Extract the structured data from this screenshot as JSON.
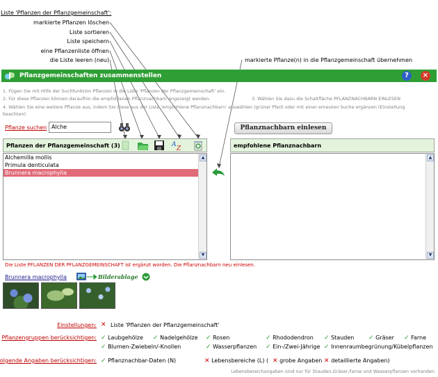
{
  "annotations": {
    "heading": "Liste 'Pflanzen der Pflanzgemeinschaft':",
    "items": [
      "markierte Pflanzen löschen",
      "Liste sortieren",
      "Liste speichern",
      "eine Pflanzenliste öffnen",
      "die Liste leeren (neu)"
    ],
    "transfer": "markierte Pflanze(n) in die Pflanzgemeinschaft übernehmen"
  },
  "window": {
    "title": "Pflanzgemeinschaften zusammenstellen",
    "help_label": "?",
    "close_label": "×"
  },
  "instructions": {
    "line1": "1. Fügen Sie mit Hilfe der Suchfunktion Pflanzen in die Liste 'Pflanzen der Pflanzgemeinschaft' ein.",
    "line2": "2. Für diese Pflanzen können daraufhin die empfohlenen Pflanznachbarn angezeigt werden.",
    "line3": "3. Wählen Sie dazu die Schaltfläche PFLANZNACHBARN EINLESEN",
    "line4": "4. Wählen Sie eine weitere Pflanze aus, indem Sie diese aus der Liste 'empfohlene Pflanznachbarn' auswählen (grüner Pfeil) oder mit einer erneuten Suche ergänzen (Einstellung",
    "line5": "beachten)."
  },
  "search": {
    "label": "Pflanze suchen",
    "value": "Alche"
  },
  "buttons": {
    "read_neighbors": "Pflanznachbarn einlesen"
  },
  "left_panel": {
    "header": "Pflanzen der Pflanzgemeinschaft (3)",
    "items": [
      "Alchemilla mollis",
      "Primula denticulata",
      "Brunnera macrophylla"
    ],
    "selected_index": 2
  },
  "right_panel": {
    "header": "empfohlene Pflanznachbarn",
    "items": []
  },
  "message": "Die Liste PFLANZEN DER PFLANZGEMEINSCHAFT ist ergänzt worden. Die Pflanznachbarn neu einlesen.",
  "detail": {
    "plant_name": "Brunnera macrophylla",
    "gallery_label": "Bilderablage"
  },
  "settings": {
    "einstellungen_label": "Einstellungen:",
    "einstellungen_value": "Liste 'Pflanzen der Pflanzgemeinschaft'",
    "groups_label": "Pflanzengruppen berücksichtigen:",
    "groups_row1": [
      "Laubgehölze",
      "Nadelgehölze",
      "Rosen",
      "Rhododendron",
      "Stauden",
      "Gräser",
      "Farne"
    ],
    "groups_row2": [
      "Blumen-Zwiebeln/-Knollen",
      "Wasserpflanzen",
      "Ein-/Zwei-Jährige",
      "Innenraumbegrünung/Kübelpflanzen"
    ],
    "info_label": "Folgende Angaben berücksichtigen:",
    "info_items": [
      "Pflanznachbar-Daten (N)",
      "Lebensbereiche (L) (",
      "grobe Angaben",
      "detaillierte Angaben)"
    ],
    "footnote": "Lebensbereichangaben sind nur für Stauden,Gräser,Farne und Wasserpflanzen vorhanden."
  },
  "colors": {
    "title_bar": "#2f9f35",
    "panel_header": "#e3f4dc",
    "selected_row": "#e06a78",
    "link_red": "#c00000",
    "check_green": "#2a9a2a"
  }
}
